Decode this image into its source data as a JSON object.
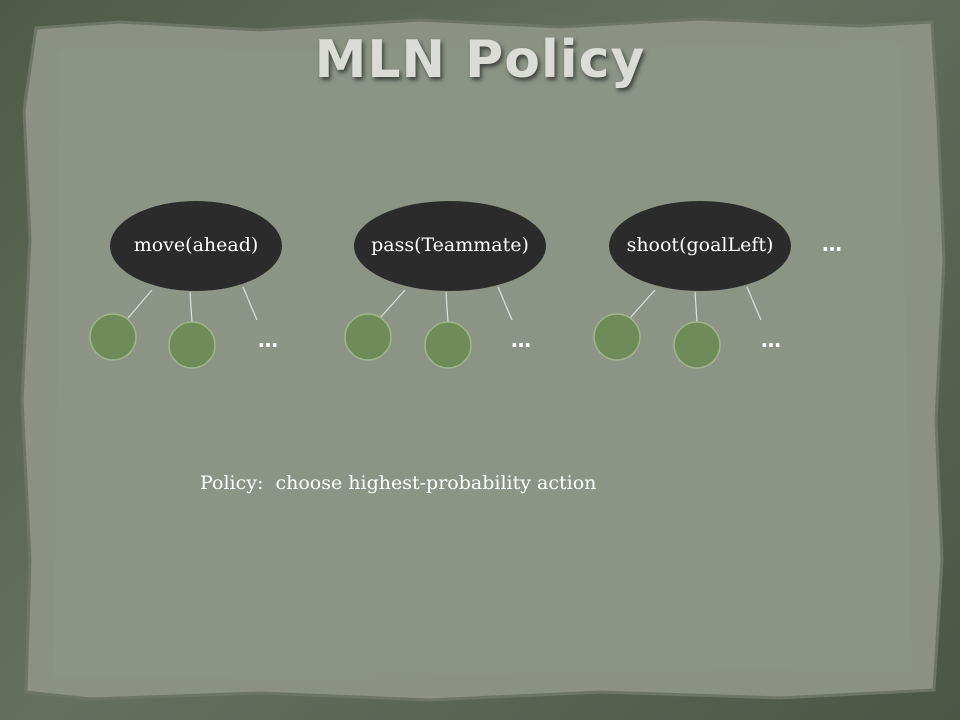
{
  "slide": {
    "title": "MLN Policy",
    "actions": [
      {
        "label": "move(ahead)",
        "more_children": "…"
      },
      {
        "label": "pass(Teammate)",
        "more_children": "…"
      },
      {
        "label": "shoot(goalLeft)",
        "more_children": "…"
      }
    ],
    "more_actions": "…",
    "caption_prefix": "Policy:",
    "caption_text": "choose highest-probability action"
  },
  "colors": {
    "action_node_fill": "#2b2b2b",
    "child_node_fill": "#6f8b59",
    "child_node_stroke": "#9fb58a",
    "edge": "#e0e0e0",
    "text": "#ffffff"
  }
}
